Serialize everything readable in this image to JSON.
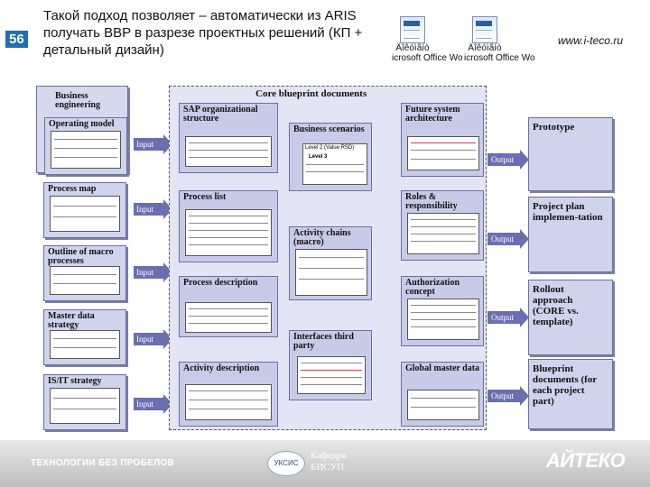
{
  "header": {
    "slide_number": "56",
    "title": "Такой подход позволяет – автоматически из ARIS получать BBP в разрезе проектных решений (КП + детальный дизайн)",
    "url": "www.i-teco.ru",
    "doc_icons": [
      {
        "label_1": "Äîêóìåíò",
        "label_2": "icrosoft Office Wo"
      },
      {
        "label_1": "Äîêóìåíò",
        "label_2": "icrosoft Office Wo"
      }
    ]
  },
  "diagram": {
    "left_panels": [
      {
        "title": "Business engineering"
      },
      {
        "title": "Operating model"
      },
      {
        "title": "Process map"
      },
      {
        "title": "Outline of macro processes"
      },
      {
        "title": "Master data strategy"
      },
      {
        "title": "IS/IT strategy"
      }
    ],
    "input_label": "Input",
    "output_label": "Output",
    "blueprint": {
      "title": "Core blueprint documents",
      "panels": [
        {
          "title": "SAP organizational structure"
        },
        {
          "title": "Business scenarios"
        },
        {
          "title": "Future system architecture"
        },
        {
          "title": "Process list"
        },
        {
          "title": "Roles & responsibility"
        },
        {
          "title": "Activity chains (macro)"
        },
        {
          "title": "Process description"
        },
        {
          "title": "Authorization concept"
        },
        {
          "title": "Interfaces third party"
        },
        {
          "title": "Activity description"
        },
        {
          "title": "Global master data"
        }
      ],
      "inner_labels": {
        "level2": "Level 2 (Value RSD)",
        "level3": "Level 3"
      }
    },
    "right_panels": [
      {
        "title": "Prototype"
      },
      {
        "title": "Project plan implemen-tation"
      },
      {
        "title": "Rollout approach (CORE vs. template)"
      },
      {
        "title": "Blueprint documents (for each project part)"
      }
    ]
  },
  "footer": {
    "left_text": "ТЕХНОЛОГИИ БЕЗ ПРОБЕЛОВ",
    "logo_text": "УКСИС",
    "dept_line1": "Кафедра",
    "dept_line2": "БИСУП",
    "brand": "АЙТЕКО"
  }
}
